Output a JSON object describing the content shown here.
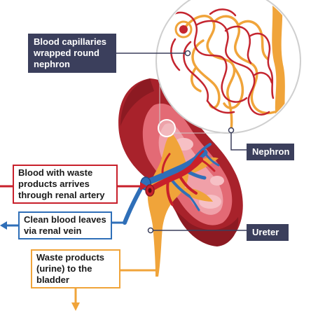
{
  "labels": {
    "capillaries": [
      "Blood capillaries",
      "wrapped round",
      "nephron"
    ],
    "nephron": [
      "Nephron"
    ],
    "renal_artery": [
      "Blood with waste",
      "products arrives",
      "through renal artery"
    ],
    "renal_vein": [
      "Clean blood leaves",
      "via renal vein"
    ],
    "ureter": [
      "Ureter"
    ],
    "urine": [
      "Waste products",
      "(urine) to the",
      "bladder"
    ]
  },
  "colors": {
    "label_dark": "#3b3f5c",
    "artery_red": "#c8202b",
    "vein_blue": "#2f6fb8",
    "urine_orange": "#f0a43a",
    "kidney_dark": "#9b1d24",
    "kidney_light": "#e8868e",
    "capillary_red": "#c4252f"
  }
}
